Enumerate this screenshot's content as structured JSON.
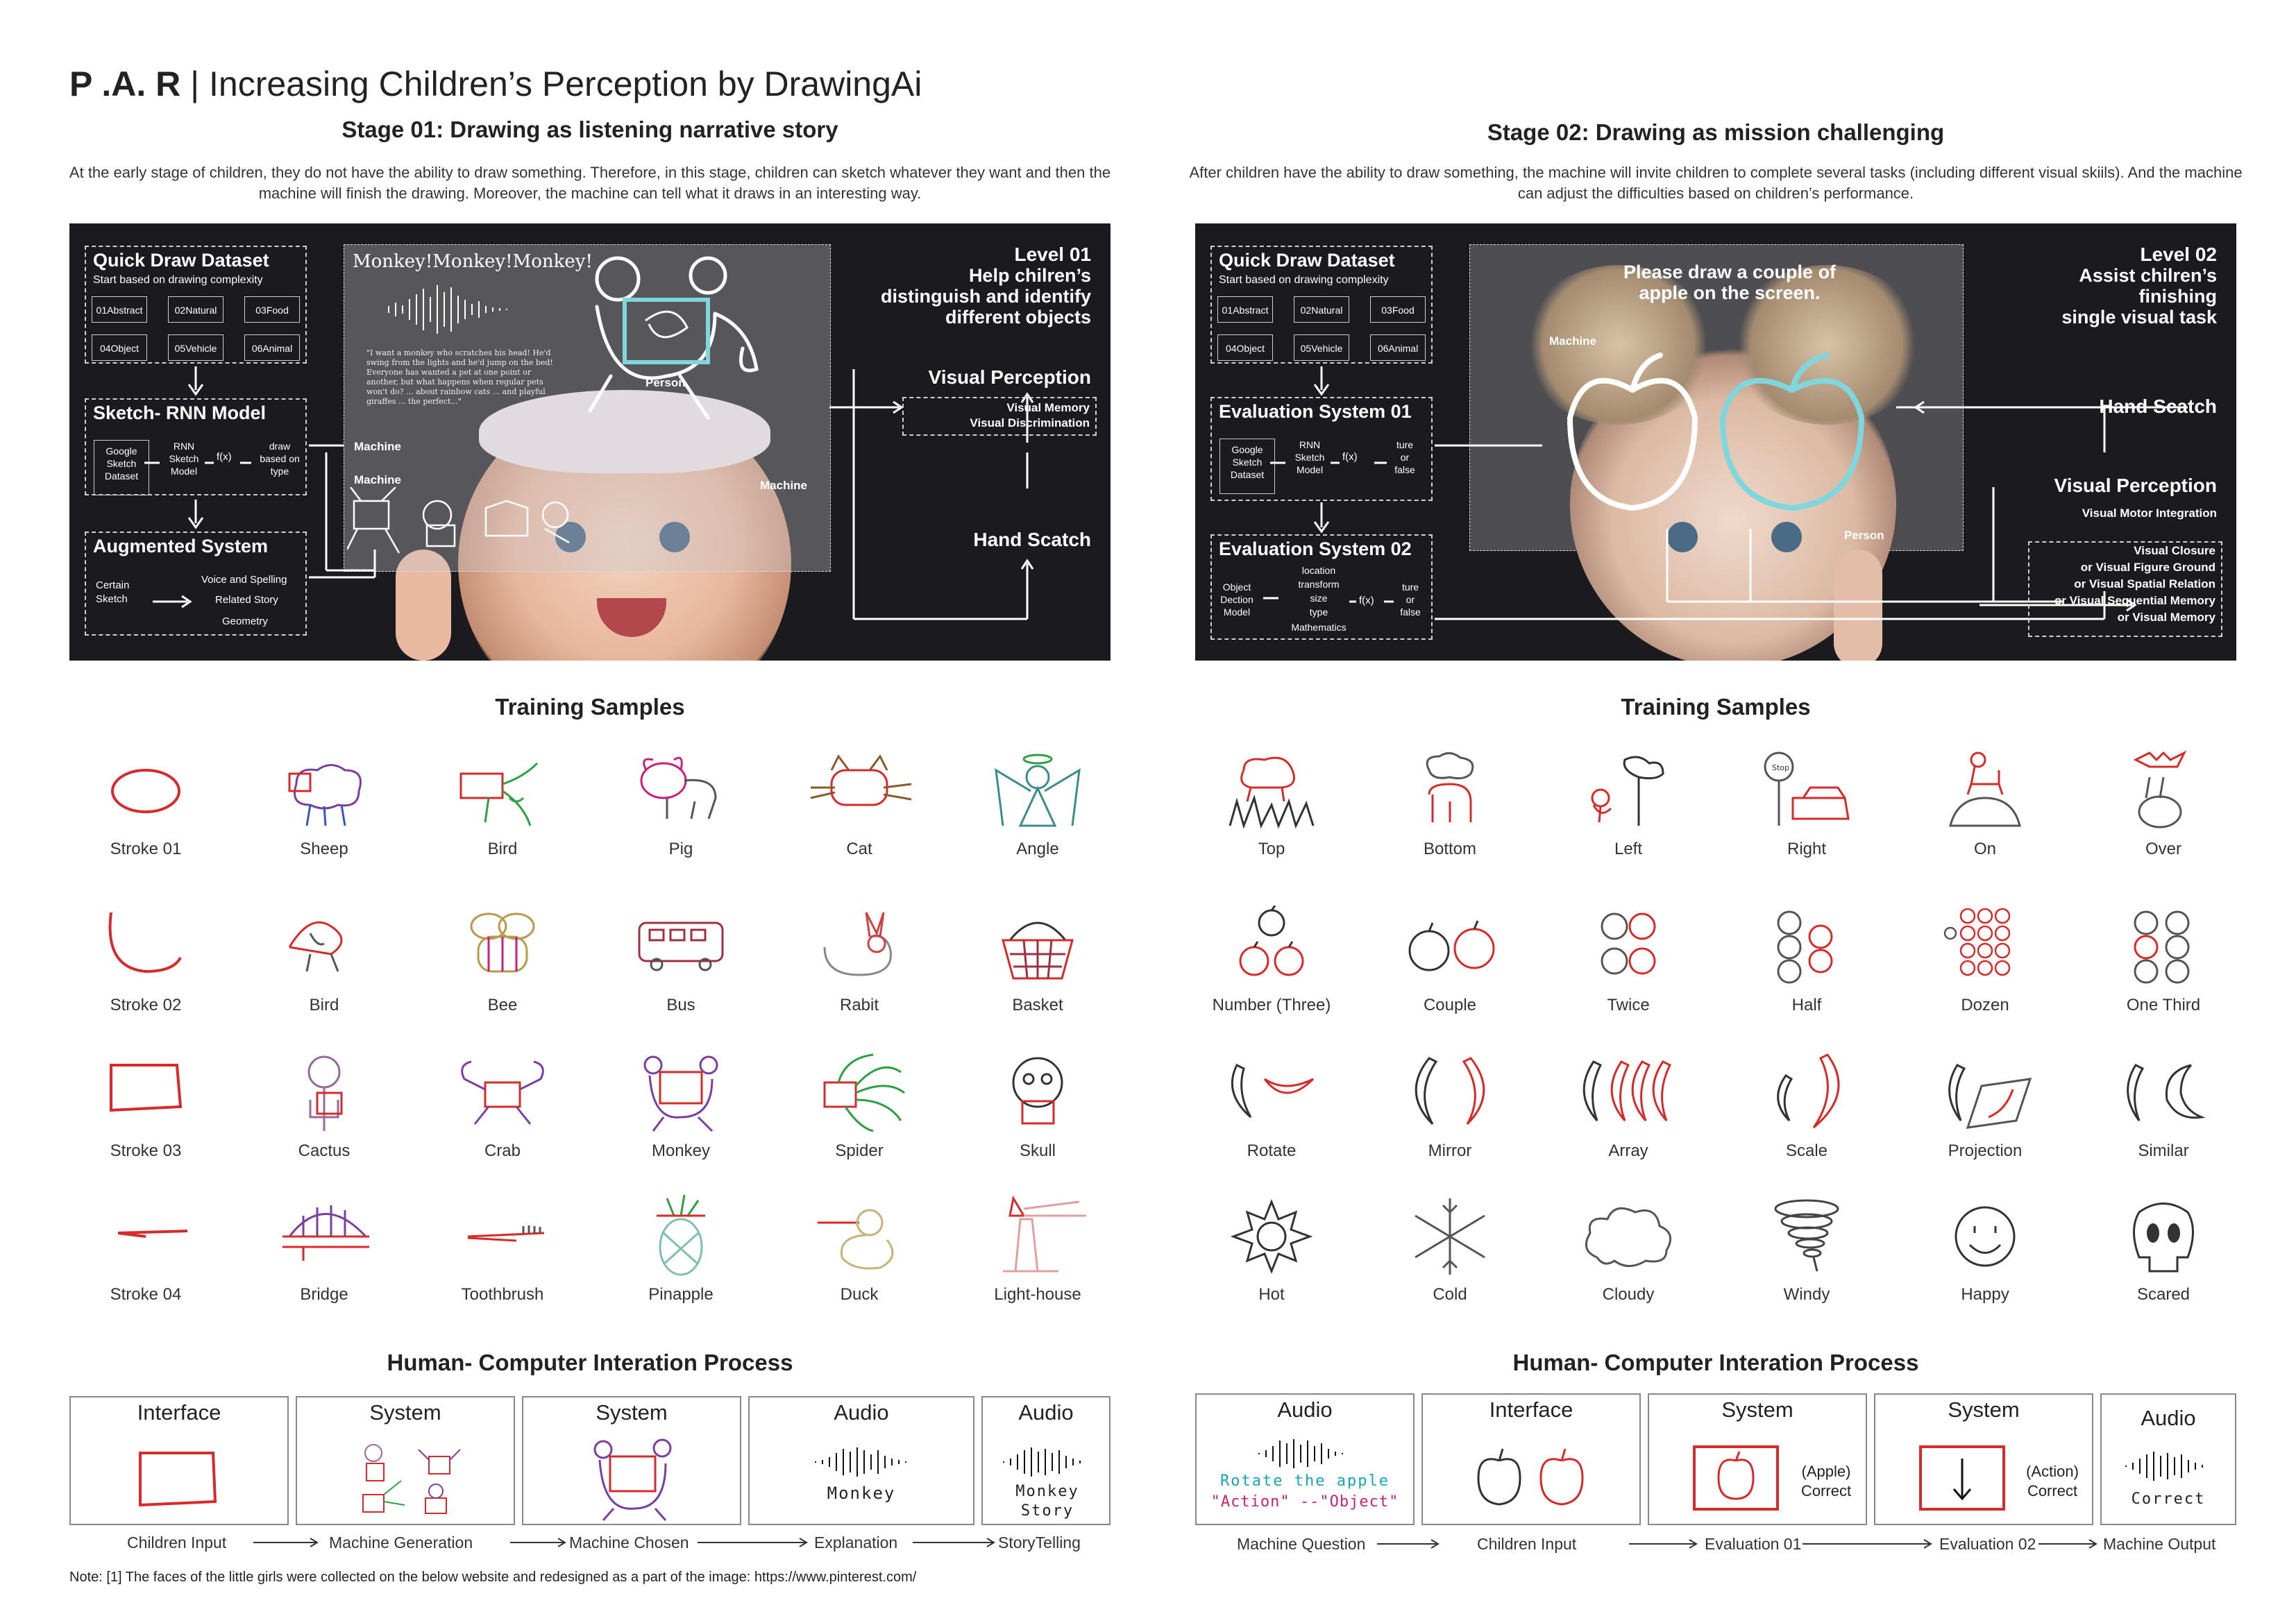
{
  "header": {
    "title_bold": "P .A. R",
    "title_rest": " | Increasing Children’s Perception by DrawingAi"
  },
  "stage1": {
    "title": "Stage 01: Drawing as listening narrative story",
    "desc": "At the early stage of children, they do not have the ability to draw something. Therefore, in this stage, children can sketch whatever they want and then the machine will finish the drawing. Moreover, the machine can tell what it draws in an interesting way.",
    "panel": {
      "dataset_title": "Quick Draw Dataset",
      "dataset_sub": "Start  based on drawing complexity",
      "categories": [
        "01Abstract",
        "02Natural",
        "03Food",
        "04Object",
        "05Vehicle",
        "06Animal"
      ],
      "rnn_title": "Sketch- RNN Model",
      "rnn_items": [
        "Google Sketch Dataset",
        "RNN Sketch Model",
        "f(x)",
        "draw based on type"
      ],
      "aug_title": "Augmented System",
      "aug_left": "Certain Sketch",
      "aug_right": [
        "Voice and Spelling",
        "Related Story",
        "Geometry"
      ],
      "screen_caption": "Monkey!Monkey!Monkey!",
      "story_text": "\"I want a monkey who scratches his head! He'd swing from the lights and he'd jump on the bed! Everyone has wanted a pet at one point or another, but what happens when regular pets won't do? ... about rainbow cats ... and playful giraffes ... the perfect...\"",
      "label_person": "Person",
      "label_machine1": "Machine",
      "label_machine2": "Machine",
      "label_machine3": "Machine",
      "level_title": "Level 01",
      "level_desc": [
        "Help chilren’s",
        "distinguish and identify",
        "different objects"
      ],
      "vp_title": "Visual Perception",
      "vp_items": [
        "Visual Memory",
        "Visual Discrimination"
      ],
      "hand": "Hand Scatch"
    },
    "training_title": "Training Samples",
    "samples": [
      "Stroke 01",
      "Sheep",
      "Bird",
      "Pig",
      "Cat",
      "Angle",
      "Stroke 02",
      "Bird",
      "Bee",
      "Bus",
      "Rabit",
      "Basket",
      "Stroke 03",
      "Cactus",
      "Crab",
      "Monkey",
      "Spider",
      "Skull",
      "Stroke 04",
      "Bridge",
      "Toothbrush",
      "Pinapple",
      "Duck",
      "Light-house"
    ],
    "hci_title": "Human- Computer Interation Process",
    "process": [
      {
        "head": "Interface",
        "text": ""
      },
      {
        "head": "System",
        "text": ""
      },
      {
        "head": "System",
        "text": ""
      },
      {
        "head": "Audio",
        "text": "Monkey"
      },
      {
        "head": "Audio",
        "text": "Monkey Story"
      }
    ],
    "flow": [
      "Children Input",
      "Machine Generation",
      "Machine Chosen",
      "Explanation",
      "StoryTelling"
    ]
  },
  "stage2": {
    "title": "Stage 02: Drawing as mission challenging",
    "desc": "After children have the ability to draw something, the machine will invite children to complete several tasks (including different visual skiils). And the machine can adjust the difficulties based on children’s performance.",
    "panel": {
      "dataset_title": "Quick Draw Dataset",
      "dataset_sub": "Start  based on drawing complexity",
      "categories": [
        "01Abstract",
        "02Natural",
        "03Food",
        "04Object",
        "05Vehicle",
        "06Animal"
      ],
      "eval1_title": "Evaluation System 01",
      "eval1_items": [
        "Google Sketch Dataset",
        "RNN Sketch Model",
        "f(x)",
        "ture or false"
      ],
      "eval2_title": "Evaluation System 02",
      "eval2_left": "Object Dection Model",
      "eval2_mid": [
        "location",
        "transform",
        "size",
        "type",
        "Mathematics"
      ],
      "eval2_fx": "f(x)",
      "eval2_right": "ture or false",
      "prompt": "Please draw a couple of apple on the screen.",
      "label_machine": "Machine",
      "label_person": "Person",
      "level_title": "Level 02",
      "level_desc": [
        "Assist chilren’s",
        "finishing",
        "single visual task"
      ],
      "hand": "Hand Scatch",
      "vp_title": "Visual Perception",
      "vp_sub": "Visual Motor Integration",
      "vp_items": [
        "Visual Closure",
        "or Visual Figure Ground",
        "or Visual Spatial Relation",
        "or Visual Sequential Memory",
        "or Visual Memory"
      ]
    },
    "training_title": "Training Samples",
    "samples": [
      "Top",
      "Bottom",
      "Left",
      "Right",
      "On",
      "Over",
      "Number (Three)",
      "Couple",
      "Twice",
      "Half",
      "Dozen",
      "One Third",
      "Rotate",
      "Mirror",
      "Array",
      "Scale",
      "Projection",
      "Similar",
      "Hot",
      "Cold",
      "Cloudy",
      "Windy",
      "Happy",
      "Scared"
    ],
    "stop_sign": "Stop",
    "hci_title": "Human- Computer Interation Process",
    "process": [
      {
        "head": "Audio",
        "line1": "Rotate the apple",
        "line2": "\"Action\" --\"Object\""
      },
      {
        "head": "Interface"
      },
      {
        "head": "System",
        "result1": "(Apple)",
        "result2": "Correct"
      },
      {
        "head": "System",
        "result1": "(Action)",
        "result2": "Correct"
      },
      {
        "head": "Audio",
        "text": "Correct"
      }
    ],
    "flow": [
      "Machine Question",
      "Children Input",
      "Evaluation 01",
      "Evaluation 02",
      "Machine Output"
    ]
  },
  "note": "Note:  [1] The faces of the little girls  were collected on the below website and redesigned as a part of the image: https://www.pinterest.com/",
  "colors": {
    "panel": "#1b1a1e",
    "red": "#d62b2b",
    "cyan": "#7fd6dc",
    "teal": "#1aa6b0",
    "magenta": "#c9207f"
  }
}
